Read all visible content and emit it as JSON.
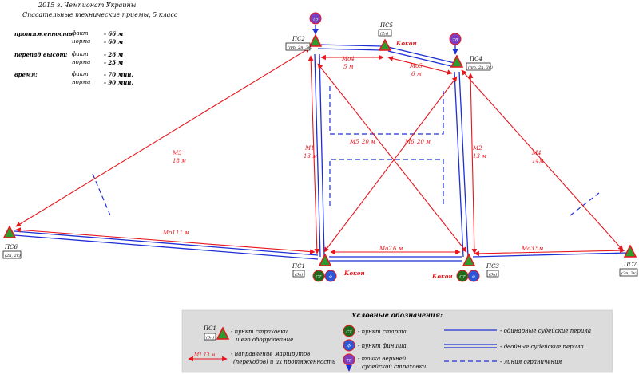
{
  "header": {
    "title": "2015 г. Чемпионат Украины",
    "subtitle": "Спасательные технические приемы, 5 класс"
  },
  "stats": [
    {
      "label": "протяженность:",
      "fact": "факт.",
      "fact_val": "- 66 м",
      "norm": "норма",
      "norm_val": "- 60 м"
    },
    {
      "label": "перепад высот:",
      "fact": "факт.",
      "fact_val": "- 26 м",
      "norm": "норма",
      "norm_val": "- 25 м"
    },
    {
      "label": "время:",
      "fact": "факт.",
      "fact_val": "- 70 мин.",
      "norm": "норма",
      "norm_val": "- 90 мин."
    }
  ],
  "points": {
    "ps2": {
      "name": "ПС2",
      "equip": "(пт, 2п, 3к)"
    },
    "ps5": {
      "name": "ПС5",
      "equip": "(2п)",
      "note": "Кокон"
    },
    "ps4": {
      "name": "ПС4",
      "equip": "(пт, 2п, 3к)"
    },
    "ps6": {
      "name": "ПС6",
      "equip": "(2п, 2к)"
    },
    "ps1": {
      "name": "ПС1",
      "equip": "(3п)",
      "note": "Кокон"
    },
    "ps3": {
      "name": "ПС3",
      "equip": "(3п)",
      "note": "Кокон"
    },
    "ps7": {
      "name": "ПС7",
      "equip": "(2п, 2к)"
    }
  },
  "circles": {
    "start": "СТ",
    "finish": "Ф",
    "top": "ТВ"
  },
  "routes": {
    "m3": {
      "name": "М3",
      "len": "18 м"
    },
    "m4": {
      "name": "М4",
      "len": "14м"
    },
    "m1": {
      "name": "М1",
      "len": "13 м"
    },
    "m2": {
      "name": "М2",
      "len": "13 м"
    },
    "m5": {
      "name": "М5",
      "len": "20 м"
    },
    "m6": {
      "name": "М6",
      "len": "20 м"
    },
    "mo4": {
      "name": "Мо4",
      "len": "5 м"
    },
    "mo5": {
      "name": "Мо5",
      "len": "6 м"
    },
    "mo1": {
      "name": "Мо1",
      "len": "11 м"
    },
    "mo2": {
      "name": "Мо2",
      "len": "6 м"
    },
    "mo3": {
      "name": "Мо3",
      "len": "5м"
    }
  },
  "legend": {
    "title": "Условные обозначения:",
    "point": "- пункт страховки",
    "point2": "и его оборудование",
    "point_name": "ПС1",
    "point_equip": "(3п)",
    "route": "- направление маршрутов",
    "route2": "(переходов) и их протяженность",
    "route_sample": "М1   13 м",
    "start": "- пункт старта",
    "finish": "- пункт финиша",
    "top": "- точка верхней",
    "top2": "судейской страховки",
    "single": "- одинарные судейские перила",
    "double": "- двойные судейские перила",
    "limit": "- линия ограничения"
  },
  "colors": {
    "red": "#e8151d",
    "blue": "#1e2fd6",
    "green": "#2e9b2e",
    "start_green": "#1d6b1d",
    "finish_blue": "#2b57d9",
    "top_purple": "#7b3fbf",
    "legend_bg": "#dcdcdc"
  }
}
